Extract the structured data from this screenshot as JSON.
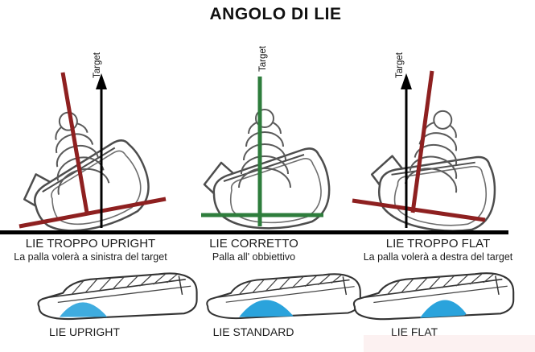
{
  "title": "ANGOLO DI LIE",
  "colors": {
    "flight_line_red": "#8e2020",
    "flight_line_green": "#2e7d3c",
    "wear_spot_blue": "#2aa3dc",
    "ground_black": "#000000",
    "sketch_gray": "#4d4d4d"
  },
  "panels": [
    {
      "target_label": "Target",
      "caption": "LIE TROPPO UPRIGHT",
      "subcaption": "La palla volerà a sinistra del target"
    },
    {
      "target_label": "Target",
      "caption": "LIE CORRETTO",
      "subcaption": "Palla all' obbiettivo"
    },
    {
      "target_label": "Target",
      "caption": "LIE TROPPO FLAT",
      "subcaption": "La palla volerà a destra del target"
    }
  ],
  "soles": [
    {
      "label": "LIE UPRIGHT",
      "wear_spot": "heel"
    },
    {
      "label": "LIE STANDARD",
      "wear_spot": "center"
    },
    {
      "label": "LIE FLAT",
      "wear_spot": "toe"
    }
  ]
}
